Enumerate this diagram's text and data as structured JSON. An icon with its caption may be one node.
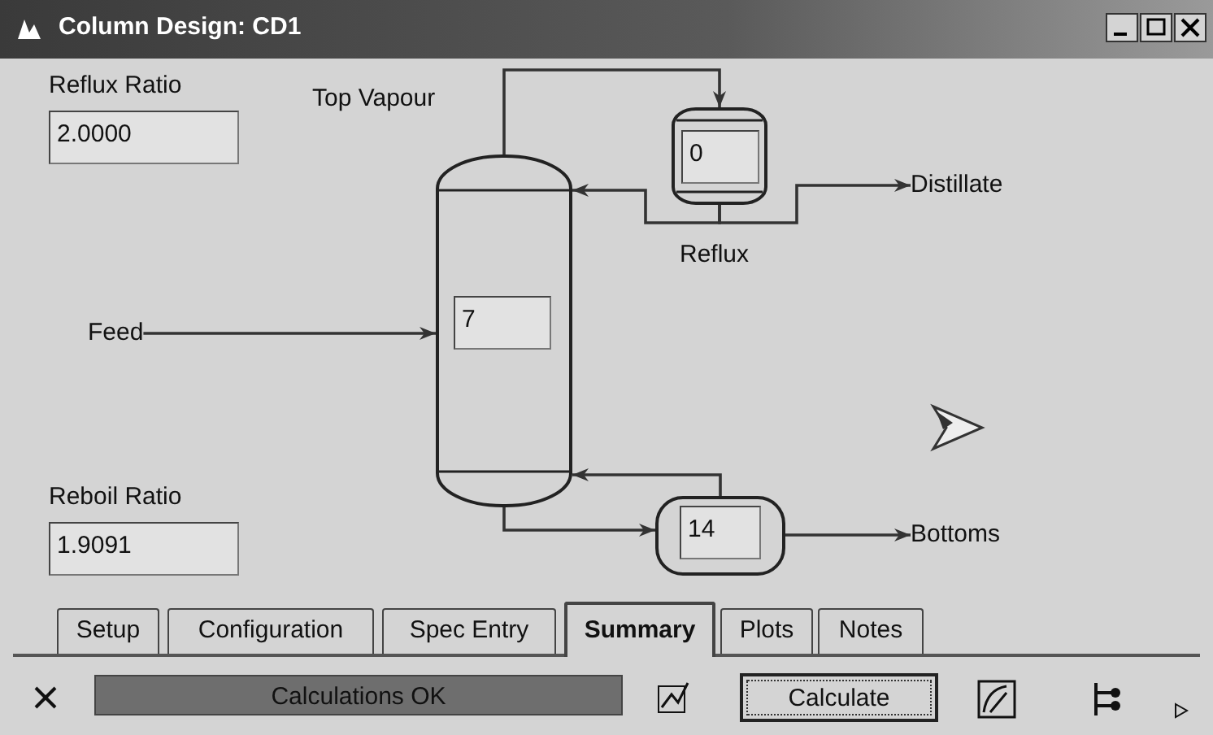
{
  "diagram": {
    "title": "Column Design: CD1",
    "nodes": [
      {
        "text": [
          "7"
        ]
      },
      {
        "text": [
          "0"
        ]
      },
      {
        "text": [
          "14"
        ]
      },
      {
        "text": [
          "Feed"
        ]
      },
      {
        "text": [
          "Distillate"
        ]
      },
      {
        "text": [
          "Bottoms"
        ]
      }
    ],
    "edges": [
      {
        "from": 0,
        "to": 1,
        "arrow": "to",
        "label": "Top Vapour"
      },
      {
        "from": 1,
        "to": 0,
        "arrow": "to",
        "label": "Reflux"
      },
      {
        "from": 1,
        "to": 4,
        "arrow": "to"
      },
      {
        "from": 3,
        "to": 0,
        "arrow": "to"
      },
      {
        "from": 0,
        "to": 2,
        "arrow": "to"
      },
      {
        "from": 2,
        "to": 0,
        "arrow": "to"
      },
      {
        "from": 2,
        "to": 5,
        "arrow": "to"
      }
    ],
    "labels": [
      "Reflux Ratio",
      "2.0000",
      "Reboil Ratio",
      "1.9091",
      "Setup",
      "Configuration",
      "Spec Entry",
      "Summary",
      "Plots",
      "Notes",
      "Calculations OK",
      "Calculate"
    ]
  }
}
